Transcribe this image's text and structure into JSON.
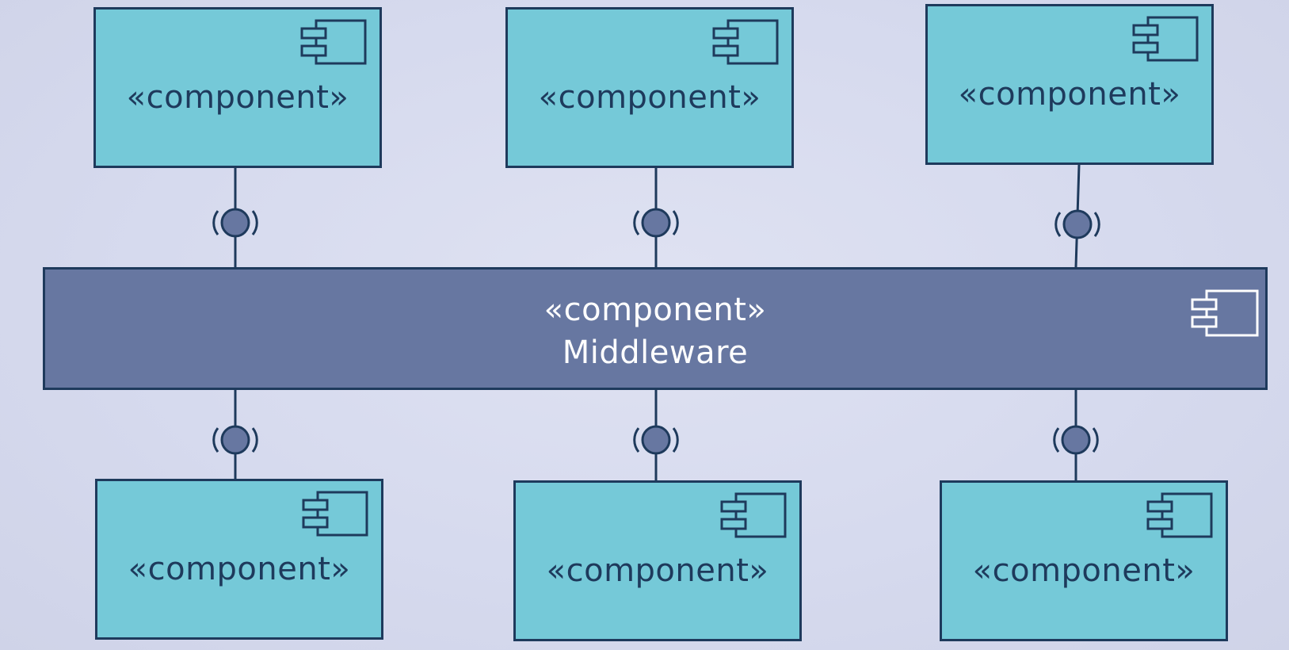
{
  "diagram": {
    "top_components": [
      {
        "stereotype": "«component»"
      },
      {
        "stereotype": "«component»"
      },
      {
        "stereotype": "«component»"
      }
    ],
    "middleware": {
      "stereotype": "«component»",
      "name": "Middleware"
    },
    "bottom_components": [
      {
        "stereotype": "«component»"
      },
      {
        "stereotype": "«component»"
      },
      {
        "stereotype": "«component»"
      }
    ],
    "icons": {
      "component": "uml-component-icon",
      "interface": "ball-and-socket-interface-icon"
    },
    "colors": {
      "component_fill": "#75c9d8",
      "middleware_fill": "#6777a1",
      "border": "#1e3a5c",
      "interface_ball": "#6777a1",
      "background": "#d8dcef"
    }
  }
}
